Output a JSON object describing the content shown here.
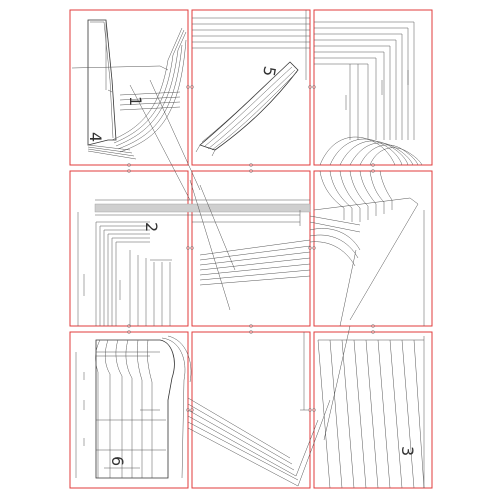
{
  "sheet": {
    "piece_numbers": [
      "4",
      "1",
      "5",
      "2",
      "6",
      "3"
    ],
    "frame_color": "#e23b3b",
    "line_color": "#555555"
  }
}
